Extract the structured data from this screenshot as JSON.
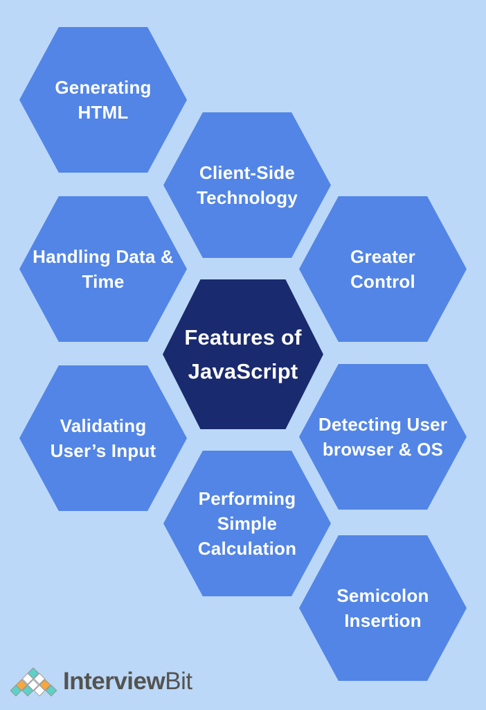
{
  "title": "Features of JavaScript",
  "colors": {
    "background": "#bcd8f8",
    "hex_blue": "#5285e6",
    "hex_dark": "#1a2a6e",
    "hex_text": "#ffffff",
    "logo_text": "#54534f",
    "diamond_teal": "#5ed0c5",
    "diamond_orange": "#f6a83f",
    "diamond_white": "#ffffff",
    "diamond_border": "#979797"
  },
  "center_hexagon": {
    "label": "Features of\nJavaScript"
  },
  "feature_hexagons": [
    {
      "id": "generating-html",
      "label": "Generating\nHTML"
    },
    {
      "id": "client-side-technology",
      "label": "Client-Side\nTechnology"
    },
    {
      "id": "greater-control",
      "label": "Greater\nControl"
    },
    {
      "id": "handling-data-time",
      "label": "Handling Data &\nTime"
    },
    {
      "id": "validating-users-input",
      "label": "Validating\nUser’s Input"
    },
    {
      "id": "detecting-user-browser-os",
      "label": "Detecting User\nbrowser & OS"
    },
    {
      "id": "performing-simple-calculation",
      "label": "Performing\nSimple\nCalculation"
    },
    {
      "id": "semicolon-insertion",
      "label": "Semicolon\nInsertion"
    }
  ],
  "footer_logo": {
    "brand_primary": "Interview",
    "brand_secondary": "Bit",
    "pyramid_rows": [
      [
        "teal"
      ],
      [
        "white",
        "white"
      ],
      [
        "orange",
        "white",
        "orange"
      ],
      [
        "teal",
        "teal",
        "white",
        "teal"
      ]
    ]
  }
}
